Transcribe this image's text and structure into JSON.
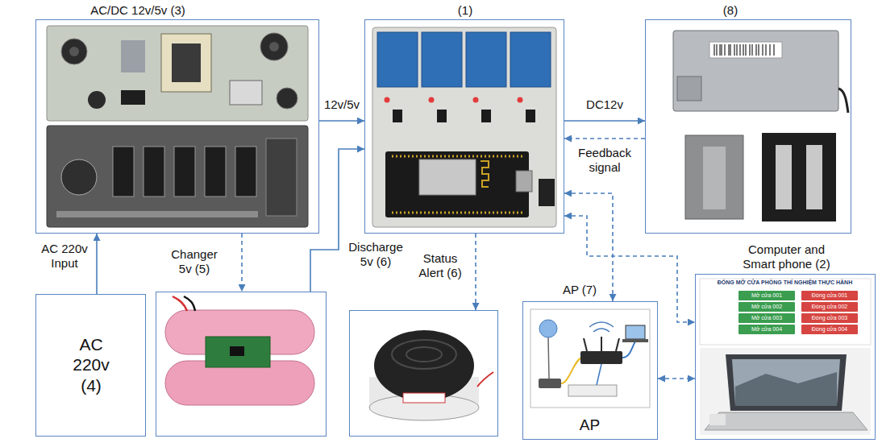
{
  "diagram": {
    "nodes": [
      {
        "text": [
          "AC/DC 12v/5v (3)"
        ]
      },
      {
        "text": [
          "(1)"
        ]
      },
      {
        "text": [
          "(8)"
        ]
      },
      {
        "text": [
          "AC 220v (4)"
        ]
      },
      {
        "text": [
          "Changer 5v (5)"
        ]
      },
      {
        "text": [
          "Status Alert (6)"
        ]
      },
      {
        "text": [
          "AP (7)",
          "AP"
        ]
      },
      {
        "text": [
          "Computer and Smart phone (2)",
          "ĐÓNG MỞ CỬA PHÒNG THÍ NGHIỆM THỰC HÀNH"
        ]
      }
    ],
    "edges": [
      {
        "from": 3,
        "to": 0,
        "arrow": "to",
        "label": "AC 220v Input"
      },
      {
        "from": 0,
        "to": 1,
        "arrow": "to",
        "label": "12v/5v"
      },
      {
        "from": 0,
        "to": 4,
        "arrow": "to"
      },
      {
        "from": 4,
        "to": 1,
        "arrow": "to",
        "label": "Discharge 5v (6)"
      },
      {
        "from": 1,
        "to": 2,
        "arrow": "to",
        "label": "DC12v"
      },
      {
        "from": 2,
        "to": 1,
        "arrow": "to",
        "label": "Feedback signal"
      },
      {
        "from": 1,
        "to": 5,
        "arrow": "to"
      },
      {
        "from": 1,
        "to": 6,
        "arrow": "both"
      },
      {
        "from": 1,
        "to": 7,
        "arrow": "both"
      },
      {
        "from": 6,
        "to": 7,
        "arrow": "both"
      }
    ],
    "labels": [
      "Mở cửa 001",
      "Đóng cửa 001",
      "Mở cửa 002",
      "Đóng cửa 002",
      "Mở cửa 003",
      "Đóng cửa 003",
      "Mở cửa 004",
      "Đóng cửa 004"
    ]
  }
}
